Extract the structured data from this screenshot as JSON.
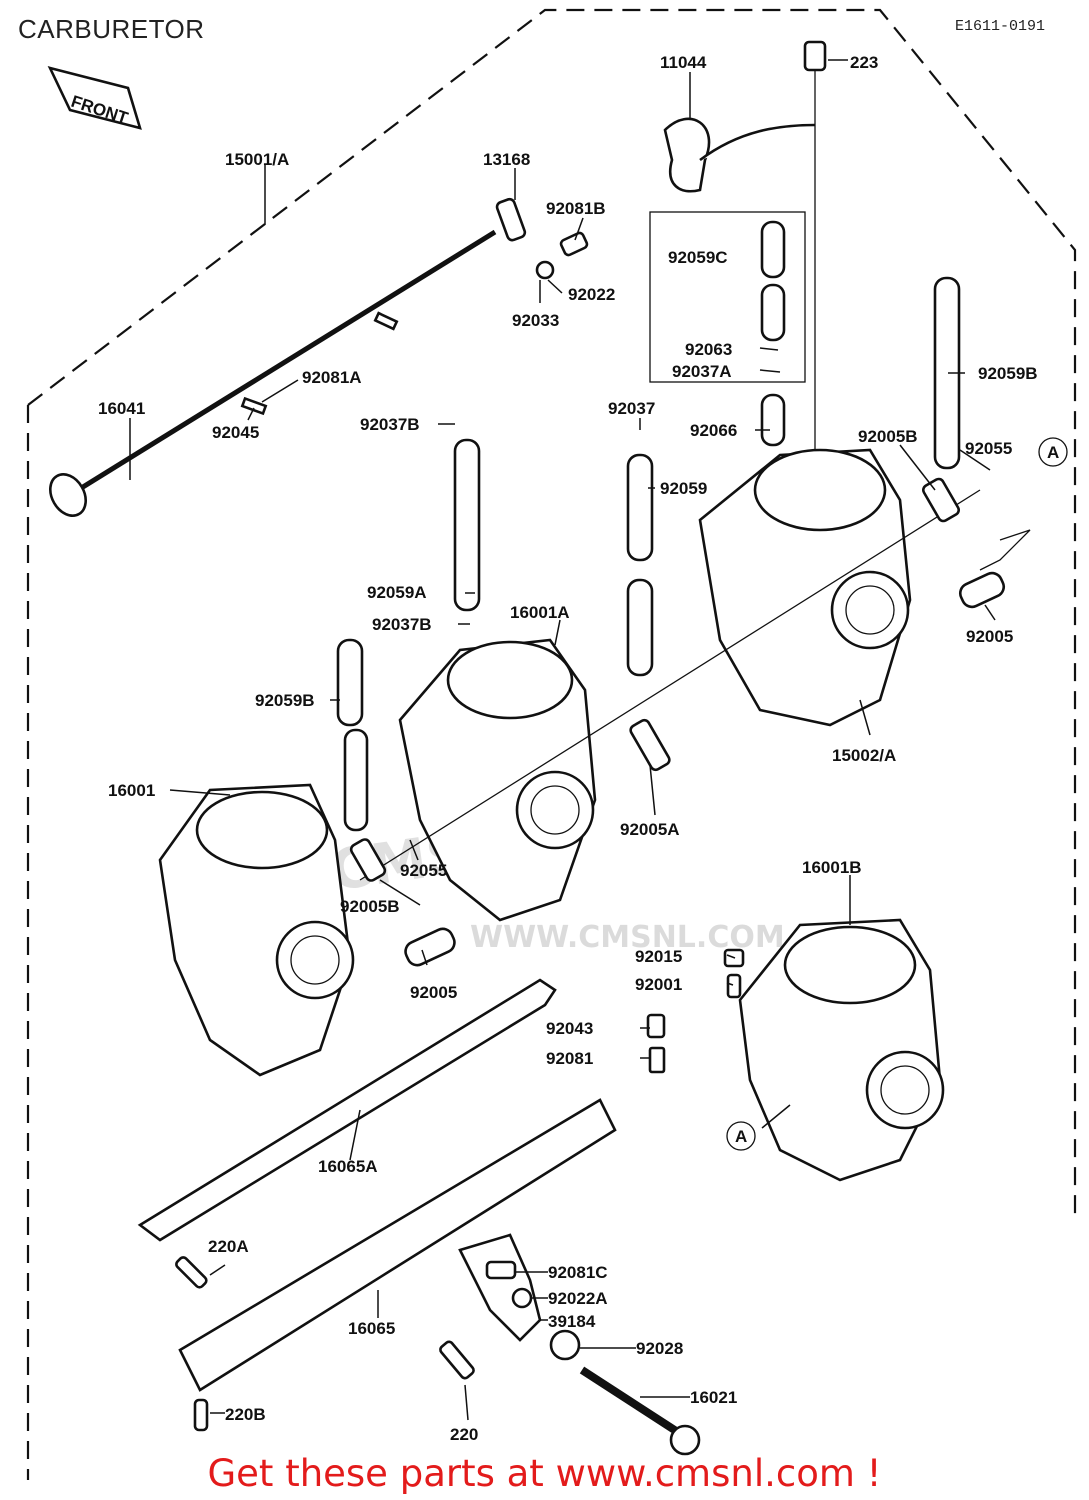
{
  "header": {
    "title": "CARBURETOR",
    "ref_code": "E1611-0191"
  },
  "front_label": "FRONT",
  "watermark": {
    "brand": "CMS",
    "url": "WWW.CMSNL.COM"
  },
  "footer": {
    "text": "Get these parts at www.cmsnl.com !"
  },
  "callouts": [
    {
      "id": "p223",
      "label": "223"
    },
    {
      "id": "p11044",
      "label": "11044"
    },
    {
      "id": "p15001A",
      "label": "15001/A"
    },
    {
      "id": "p13168",
      "label": "13168"
    },
    {
      "id": "p92081B",
      "label": "92081B"
    },
    {
      "id": "p92022",
      "label": "92022"
    },
    {
      "id": "p92033",
      "label": "92033"
    },
    {
      "id": "p92059C",
      "label": "92059C"
    },
    {
      "id": "p92063",
      "label": "92063"
    },
    {
      "id": "p92037A",
      "label": "92037A"
    },
    {
      "id": "p92059B_r",
      "label": "92059B"
    },
    {
      "id": "p92081A",
      "label": "92081A"
    },
    {
      "id": "p16041",
      "label": "16041"
    },
    {
      "id": "p92045",
      "label": "92045"
    },
    {
      "id": "p92037B_t",
      "label": "92037B"
    },
    {
      "id": "p92037",
      "label": "92037"
    },
    {
      "id": "p92066",
      "label": "92066"
    },
    {
      "id": "p92005B_r",
      "label": "92005B"
    },
    {
      "id": "p92055_r",
      "label": "92055"
    },
    {
      "id": "pA_r",
      "label": "A"
    },
    {
      "id": "p92059",
      "label": "92059"
    },
    {
      "id": "p92059A",
      "label": "92059A"
    },
    {
      "id": "p92037B_m",
      "label": "92037B"
    },
    {
      "id": "p16001A",
      "label": "16001A"
    },
    {
      "id": "p92005_r",
      "label": "92005"
    },
    {
      "id": "p92059B_l",
      "label": "92059B"
    },
    {
      "id": "p15002A",
      "label": "15002/A"
    },
    {
      "id": "p16001",
      "label": "16001"
    },
    {
      "id": "p92005A",
      "label": "92005A"
    },
    {
      "id": "p92055_l",
      "label": "92055"
    },
    {
      "id": "p92005B_l",
      "label": "92005B"
    },
    {
      "id": "p16001B",
      "label": "16001B"
    },
    {
      "id": "p92015",
      "label": "92015"
    },
    {
      "id": "p92005_l",
      "label": "92005"
    },
    {
      "id": "p92001",
      "label": "92001"
    },
    {
      "id": "p92043",
      "label": "92043"
    },
    {
      "id": "p92081",
      "label": "92081"
    },
    {
      "id": "pA_l",
      "label": "A"
    },
    {
      "id": "p16065A",
      "label": "16065A"
    },
    {
      "id": "p220A",
      "label": "220A"
    },
    {
      "id": "p92081C",
      "label": "92081C"
    },
    {
      "id": "p92022A",
      "label": "92022A"
    },
    {
      "id": "p39184",
      "label": "39184"
    },
    {
      "id": "p16065",
      "label": "16065"
    },
    {
      "id": "p92028",
      "label": "92028"
    },
    {
      "id": "p16021",
      "label": "16021"
    },
    {
      "id": "p220B",
      "label": "220B"
    },
    {
      "id": "p220",
      "label": "220"
    }
  ]
}
